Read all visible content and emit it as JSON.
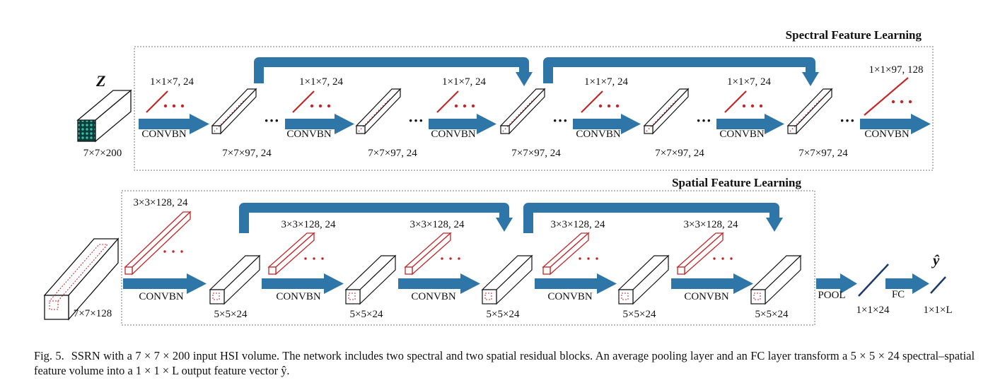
{
  "spectral": {
    "title": "Spectral Feature Learning",
    "input_symbol": "Z",
    "input_dims": "7×7×200",
    "kernels": [
      "1×1×7, 24",
      "1×1×7, 24",
      "1×1×7, 24",
      "1×1×7, 24",
      "1×1×7, 24",
      "1×1×97, 128"
    ],
    "op": "CONVBN",
    "outputs": [
      "7×7×97, 24",
      "7×7×97, 24",
      "7×7×97, 24",
      "7×7×97, 24",
      "7×7×97, 24"
    ],
    "ellipsis": "···"
  },
  "spatial": {
    "title": "Spatial Feature Learning",
    "input_dims": "7×7×128",
    "kernels": [
      "3×3×128, 24",
      "3×3×128, 24",
      "3×3×128, 24",
      "3×3×128, 24",
      "3×3×128, 24"
    ],
    "op": "CONVBN",
    "outputs": [
      "5×5×24",
      "5×5×24",
      "5×5×24",
      "5×5×24",
      "5×5×24"
    ],
    "ellipsis": "···"
  },
  "head": {
    "pool_label": "POOL",
    "pool_dims": "1×1×24",
    "fc_label": "FC",
    "fc_dims": "1×1×L",
    "output_symbol": "ŷ"
  },
  "caption": {
    "label": "Fig. 5.",
    "text": "SSRN with a 7 × 7 × 200 input HSI volume. The network includes two spectral and two spatial residual blocks. An average pooling layer and an FC layer transform a 5 × 5 × 24 spectral–spatial feature volume into a 1 × 1 × L output feature vector ŷ."
  },
  "colors": {
    "arrow": "#2e75a8",
    "kernel": "#c0282a",
    "box": "#777777"
  }
}
